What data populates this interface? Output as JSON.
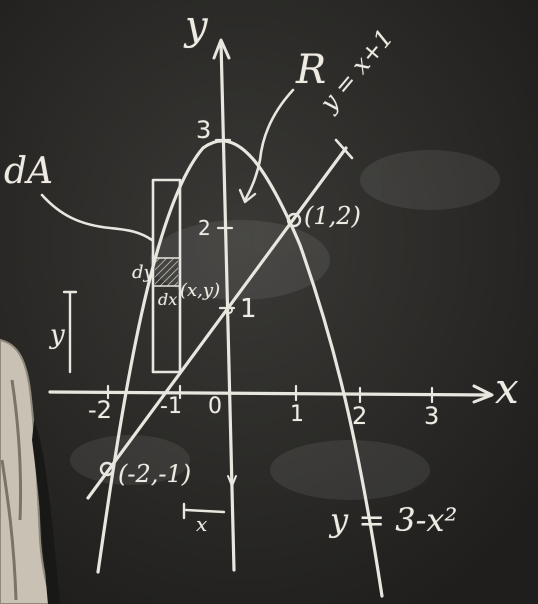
{
  "photo": {
    "subject": "chalkboard",
    "colors": {
      "board": "#2c2b29",
      "chalk": "#e9e6df",
      "coat": "#c9c2b4"
    }
  },
  "labels": {
    "y_axis": "y",
    "x_axis": "x",
    "region": "R",
    "line_eq": "y = x+1",
    "parabola_eq": "y = 3-x²",
    "diff_area": "dA",
    "dy": "dy",
    "dx": "dx",
    "point_xy": "(x,y)",
    "intersection_upper": "(1,2)",
    "intersection_lower": "(-2,-1)",
    "y_tick_3": "3",
    "y_tick_2": "2",
    "y_tick_1": "1",
    "x_tick_neg2": "-2",
    "x_tick_neg1": "-1",
    "x_tick_0": "0",
    "x_tick_1": "1",
    "x_tick_2": "2",
    "x_tick_3": "3",
    "side_y": "y",
    "bottom_x": "x"
  }
}
